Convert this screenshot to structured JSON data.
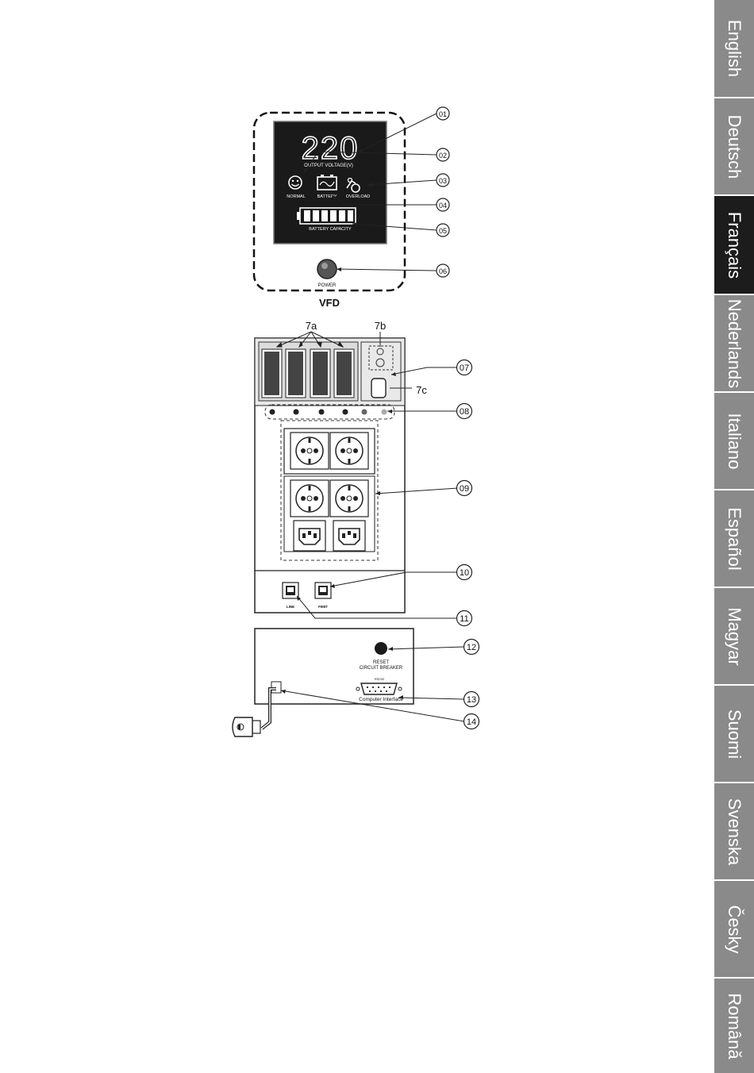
{
  "display": {
    "voltage": "220",
    "output_voltage_label": "OUTPUT VOLTAGE(V)",
    "normal_label": "NORMAL",
    "battery_label": "BATTERY",
    "overload_label": "OVERLOAD",
    "battery_capacity_label": "BATTERY CAPACITY",
    "power_label": "POWER",
    "vfd_label": "VFD"
  },
  "callouts": {
    "c01": "01",
    "c02": "02",
    "c03": "03",
    "c04": "04",
    "c05": "05",
    "c06": "06",
    "c07": "07",
    "c08": "08",
    "c09": "09",
    "c10": "10",
    "c11": "11",
    "c12": "12",
    "c13": "13",
    "c14": "14"
  },
  "sublabels": {
    "l7a": "7a",
    "l7b": "7b",
    "l7c": "7c"
  },
  "ports": {
    "line": "LINE",
    "fimit": "FIMIT"
  },
  "back_panel": {
    "reset": "RESET",
    "circuit_breaker": "CIRCUIT BREAKER",
    "rs232": "RS232",
    "computer_interface": "Computer Interface"
  },
  "languages": [
    "English",
    "Deutsch",
    "Français",
    "Nederlands",
    "Italiano",
    "Español",
    "Magyar",
    "Suomi",
    "Svenska",
    "Česky",
    "Română"
  ],
  "active_language": "Français",
  "colors": {
    "tab_inactive": "#8a8a8a",
    "tab_active": "#1c1c1c",
    "display_bg": "#1a1a1a"
  }
}
